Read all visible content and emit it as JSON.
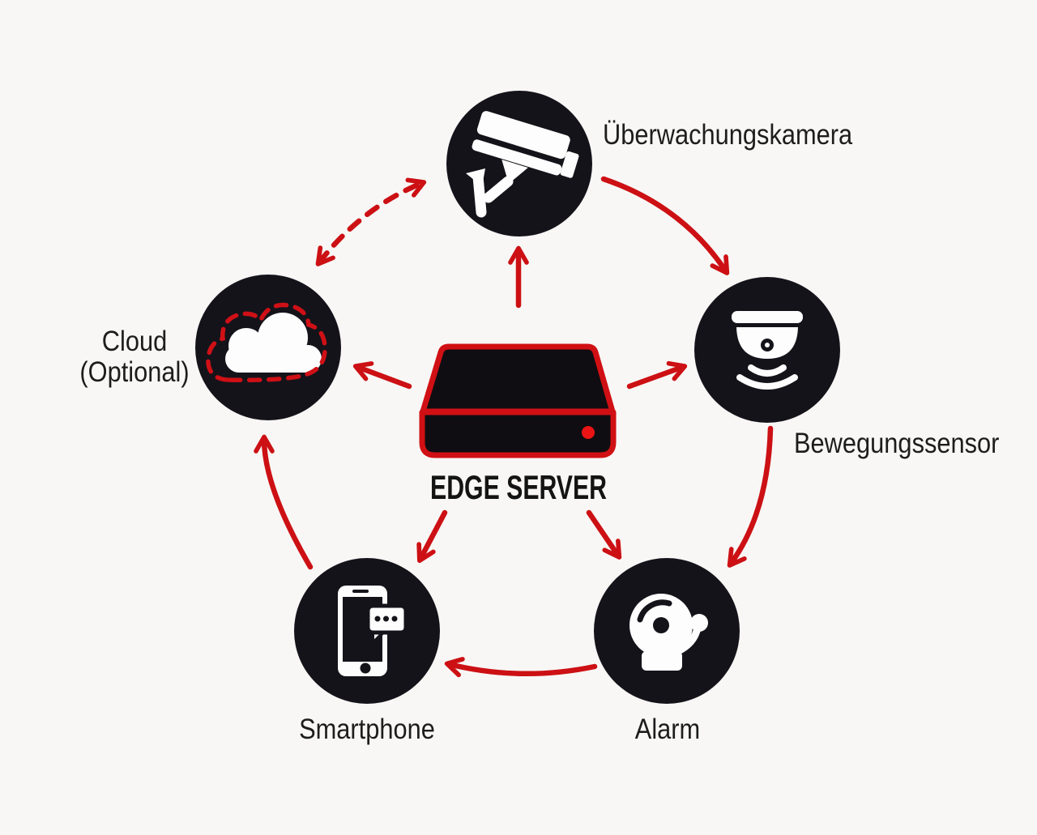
{
  "diagram": {
    "center_node": {
      "id": "edge-server",
      "label": "EDGE SERVER",
      "icon": "edge-server-box-icon",
      "led": "on"
    },
    "nodes": [
      {
        "id": "camera",
        "label": "Überwachungskamera",
        "icon": "surveillance-camera-icon",
        "label_position": "right"
      },
      {
        "id": "sensor",
        "label": "Bewegungssensor",
        "icon": "motion-sensor-icon",
        "label_position": "bottom-right"
      },
      {
        "id": "alarm",
        "label": "Alarm",
        "icon": "alarm-bell-icon",
        "label_position": "bottom"
      },
      {
        "id": "smartphone",
        "label": "Smartphone",
        "icon": "smartphone-chat-icon",
        "label_position": "bottom"
      },
      {
        "id": "cloud",
        "label": "Cloud",
        "sublabel": "(Optional)",
        "optional": true,
        "icon": "cloud-icon",
        "label_position": "left"
      }
    ],
    "edges": [
      {
        "from": "edge-server",
        "to": "camera",
        "style": "solid",
        "direction": "one-way"
      },
      {
        "from": "edge-server",
        "to": "cloud",
        "style": "solid",
        "direction": "one-way"
      },
      {
        "from": "edge-server",
        "to": "sensor",
        "style": "solid",
        "direction": "one-way"
      },
      {
        "from": "edge-server",
        "to": "smartphone",
        "style": "solid",
        "direction": "one-way"
      },
      {
        "from": "edge-server",
        "to": "alarm",
        "style": "solid",
        "direction": "one-way"
      },
      {
        "from": "camera",
        "to": "sensor",
        "style": "solid",
        "direction": "one-way"
      },
      {
        "from": "sensor",
        "to": "alarm",
        "style": "solid",
        "direction": "one-way"
      },
      {
        "from": "alarm",
        "to": "smartphone",
        "style": "solid",
        "direction": "one-way"
      },
      {
        "from": "smartphone",
        "to": "cloud",
        "style": "solid",
        "direction": "one-way"
      },
      {
        "from": "cloud",
        "to": "camera",
        "style": "dashed",
        "direction": "two-way"
      }
    ],
    "colors": {
      "arrow": "#cc1014",
      "node_fill": "#15131a",
      "server_outline": "#d01014",
      "led": "#ea1414",
      "background": "#f8f7f5",
      "text": "#1d1d1d",
      "icon": "#fdfdfd"
    }
  }
}
